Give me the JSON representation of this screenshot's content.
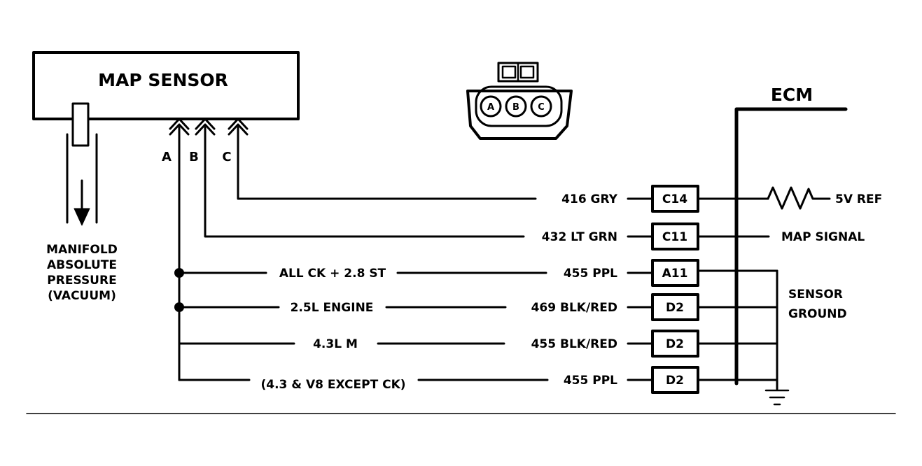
{
  "sensor": {
    "title": "MAP SENSOR",
    "pins": [
      "A",
      "B",
      "C"
    ],
    "vacuum_label": [
      "MANIFOLD",
      "ABSOLUTE",
      "PRESSURE",
      "(VACUUM)"
    ]
  },
  "connector": {
    "pins": [
      "A",
      "B",
      "C"
    ]
  },
  "ecm": {
    "label": "ECM",
    "signals": {
      "ref": "5V REF",
      "map": "MAP SIGNAL",
      "ground": [
        "SENSOR",
        "GROUND"
      ]
    }
  },
  "circuits": [
    {
      "desc": "",
      "wire": "416  GRY",
      "pin": "C14"
    },
    {
      "desc": "",
      "wire": "432  LT GRN",
      "pin": "C11"
    },
    {
      "desc": "ALL CK + 2.8 ST",
      "wire": "455  PPL",
      "pin": "A11"
    },
    {
      "desc": "2.5L ENGINE",
      "wire": "469  BLK/RED",
      "pin": "D2"
    },
    {
      "desc": "4.3L M",
      "wire": "455 BLK/RED",
      "pin": "D2"
    },
    {
      "desc": "(4.3 & V8 EXCEPT CK)",
      "wire": "455 PPL",
      "pin": "D2"
    }
  ]
}
